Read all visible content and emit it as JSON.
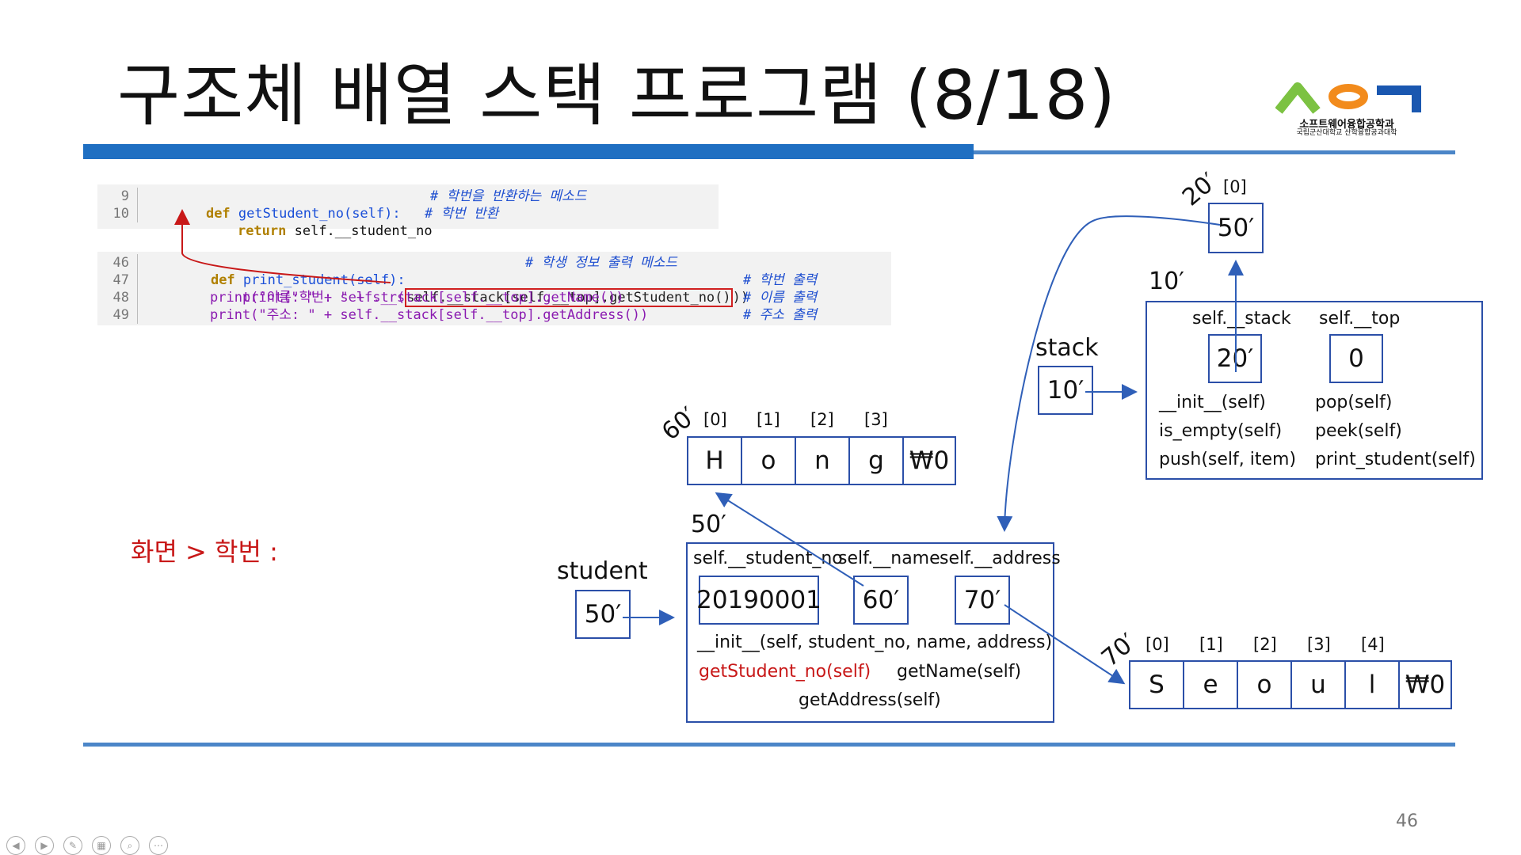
{
  "slide": {
    "title": "구조체 배열 스택 프로그램 (8/18)",
    "page_number": "46",
    "logo_text": "소프트웨어융합공학과",
    "logo_subtext": "국립군산대학교 산학융합공과대학"
  },
  "code_top": {
    "lines": [
      {
        "no": "9",
        "keyword": "def",
        "rest": " getStudent_no(self):",
        "comment": "# 학번을 반환하는 메소드"
      },
      {
        "no": "10",
        "keyword": "return",
        "rest": " self.__student_no",
        "comment": "# 학번 반환"
      }
    ]
  },
  "code_bottom": {
    "lines": [
      {
        "no": "46",
        "keyword": "def",
        "rest": " print_student(self):",
        "comment": "# 학생 정보 출력 메소드"
      },
      {
        "no": "47",
        "prefix": "print(\"학번: \" + str(",
        "boxed": "self.__stack[self.__top].getStudent_no()",
        "suffix": "))",
        "comment": "# 학번 출력"
      },
      {
        "no": "48",
        "prefix": "print(\"이름: \" + self.__stack[self.__top].getName())",
        "comment": "# 이름 출력"
      },
      {
        "no": "49",
        "prefix": "print(\"주소: \" + self.__stack[self.__top].getAddress())",
        "comment": "# 주소 출력"
      }
    ]
  },
  "screen_output": "화면 > 학번 :",
  "diagram": {
    "top_array": {
      "addr": "20′",
      "index": "[0]",
      "value": "50′"
    },
    "stack_object": {
      "addr": "10′",
      "field1": "self.__stack",
      "field2": "self.__top",
      "value1": "20′",
      "value2": "0",
      "methods_left": [
        "__init__(self)",
        "is_empty(self)",
        "push(self, item)"
      ],
      "methods_right": [
        "pop(self)",
        "peek(self)",
        "print_student(self)"
      ]
    },
    "stack_var": {
      "label": "stack",
      "value": "10′"
    },
    "name_array": {
      "addr": "60′",
      "indices": [
        "[0]",
        "[1]",
        "[2]",
        "[3]"
      ],
      "chars": [
        "H",
        "o",
        "n",
        "g",
        "₩0"
      ]
    },
    "student_object": {
      "addr": "50′",
      "field1": "self.__student_no",
      "field2": "self.__name",
      "field3": "self.__address",
      "value1": "20190001",
      "value2": "60′",
      "value3": "70′",
      "init": "__init__(self, student_no, name, address)",
      "method_highlight": "getStudent_no(self)",
      "method2": "getName(self)",
      "method3": "getAddress(self)"
    },
    "student_var": {
      "label": "student",
      "value": "50′"
    },
    "addr_array": {
      "addr": "70′",
      "indices": [
        "[0]",
        "[1]",
        "[2]",
        "[3]",
        "[4]"
      ],
      "chars": [
        "S",
        "e",
        "o",
        "u",
        "l",
        "₩0"
      ]
    }
  },
  "colors": {
    "accent_blue": "#1f6fc2",
    "line_blue": "#4b86c8",
    "box_blue": "#2b4fa8",
    "highlight_red": "#c81818"
  }
}
